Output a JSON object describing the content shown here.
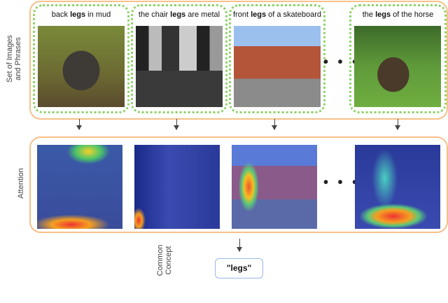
{
  "labels": {
    "row1": "Set of Images and Phrases",
    "row1_line1": "Set of Images",
    "row1_line2": "and Phrases",
    "row2": "Attention",
    "common_line1": "Common",
    "common_line2": "Concept"
  },
  "phrases": [
    {
      "pre": "back ",
      "bold": "legs",
      "post": " in mud"
    },
    {
      "pre": "the chair ",
      "bold": "legs",
      "post": " are metal"
    },
    {
      "pre": "front ",
      "bold": "legs",
      "post": " of a skateboard"
    },
    {
      "pre": "the ",
      "bold": "legs",
      "post": " of the horse"
    }
  ],
  "ellipsis": "• • •",
  "concept": "\"legs\"",
  "colors": {
    "outer_box": "#f6c089",
    "card_border": "#8fd36a",
    "concept_border": "#9bb8ea"
  }
}
